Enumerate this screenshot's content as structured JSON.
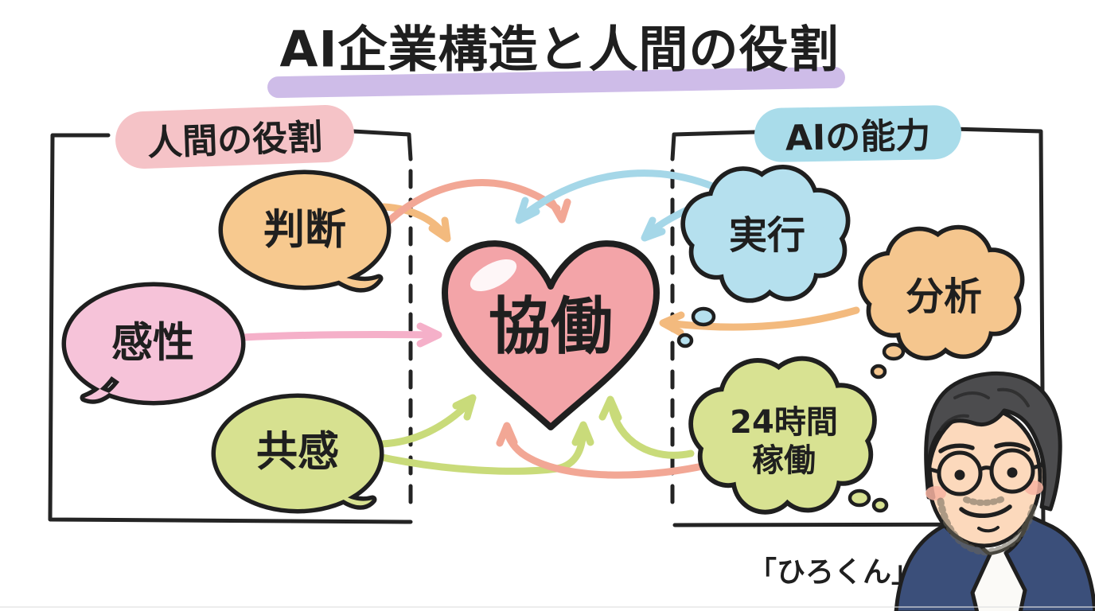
{
  "title": {
    "text": "AI企業構造と人間の役割"
  },
  "panels": {
    "human": {
      "label": "人間の役割",
      "items": [
        {
          "label": "判断",
          "color": "#f7c98f"
        },
        {
          "label": "感性",
          "color": "#f6c3d9"
        },
        {
          "label": "共感",
          "color": "#d7e190"
        }
      ]
    },
    "ai": {
      "label": "AIの能力",
      "items": [
        {
          "label": "実行",
          "color": "#b5e0ee"
        },
        {
          "label": "分析",
          "color": "#f5c68e"
        },
        {
          "label": "24時間\n稼働",
          "color": "#d8e292"
        }
      ]
    }
  },
  "center": {
    "label": "協働",
    "color": "#f3a4a8"
  },
  "character": {
    "caption": "「ひろくん」"
  },
  "accents": {
    "title_underline": "#c9b5e6",
    "human_label_bg": "#f5c3c7",
    "ai_label_bg": "#a9dcea",
    "ink": "#1f1f1f",
    "arrow_orange": "#f3ba7e",
    "arrow_pink": "#f5b0c9",
    "arrow_green": "#c9db7a",
    "arrow_blue": "#a5d7e8",
    "arrow_salmon": "#f2a795"
  }
}
